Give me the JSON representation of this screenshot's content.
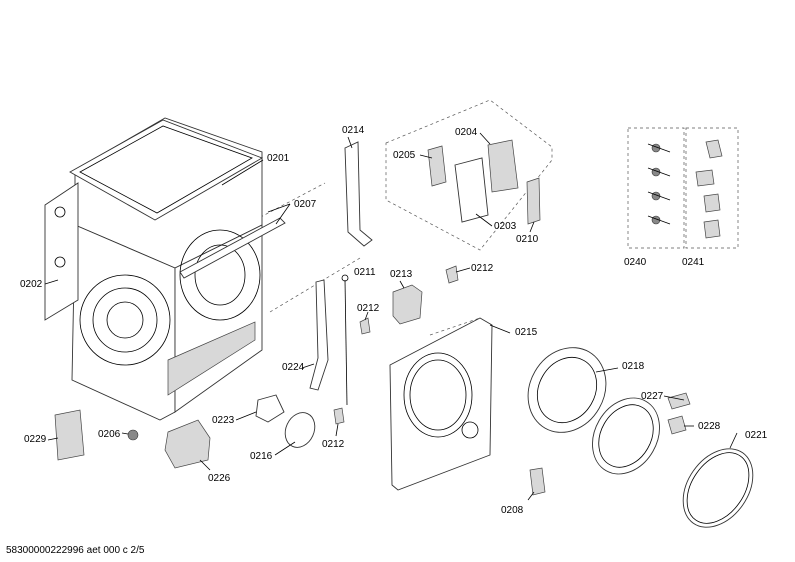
{
  "labels": {
    "p0201": "0201",
    "p0202": "0202",
    "p0203": "0203",
    "p0204": "0204",
    "p0205": "0205",
    "p0206": "0206",
    "p0207": "0207",
    "p0208": "0208",
    "p0210": "0210",
    "p0211": "0211",
    "p0212a": "0212",
    "p0212b": "0212",
    "p0212c": "0212",
    "p0213": "0213",
    "p0214": "0214",
    "p0215": "0215",
    "p0216": "0216",
    "p0218": "0218",
    "p0221": "0221",
    "p0223": "0223",
    "p0224": "0224",
    "p0226": "0226",
    "p0227": "0227",
    "p0228": "0228",
    "p0229": "0229",
    "p0240": "0240",
    "p0241": "0241"
  },
  "footer": "58300000222996 aet 000 c 2/5"
}
